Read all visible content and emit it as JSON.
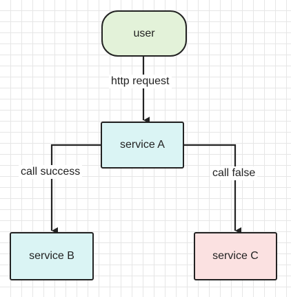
{
  "nodes": {
    "user": {
      "label": "user",
      "fill": "#e3f2d9"
    },
    "service_a": {
      "label": "service A",
      "fill": "#daf4f4"
    },
    "service_b": {
      "label": "service B",
      "fill": "#daf4f4"
    },
    "service_c": {
      "label": "service C",
      "fill": "#fbe1e1"
    }
  },
  "edges": {
    "user_to_a": {
      "label": "http request"
    },
    "a_to_b": {
      "label": "call success"
    },
    "a_to_c": {
      "label": "call false"
    }
  },
  "colors": {
    "stroke": "#222222",
    "grid": "#e6e6e6"
  }
}
